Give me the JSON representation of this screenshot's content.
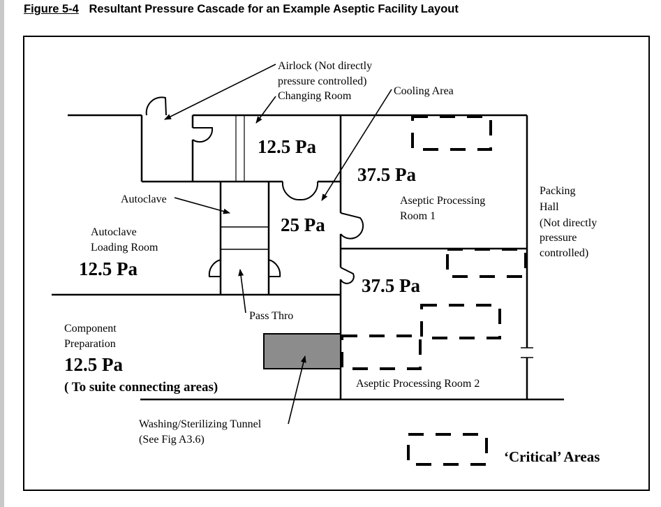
{
  "figure": {
    "number": "Figure 5-4",
    "title": "Resultant Pressure Cascade for an Example Aseptic Facility Layout"
  },
  "labels": {
    "airlock": [
      "Airlock (Not directly",
      "pressure controlled)"
    ],
    "changing_room": "Changing Room",
    "cooling_area": "Cooling Area",
    "autoclave": "Autoclave",
    "autoclave_loading_room": [
      "Autoclave",
      "Loading Room"
    ],
    "aseptic_room_1": [
      "Aseptic Processing",
      "Room 1"
    ],
    "packing_hall": [
      "Packing",
      "Hall",
      "(Not directly",
      "pressure",
      "controlled)"
    ],
    "pass_thro": "Pass Thro",
    "component_prep": [
      "Component",
      "Preparation"
    ],
    "component_note": "( To suite connecting areas)",
    "aseptic_room_2": "Aseptic Processing Room 2",
    "tunnel": [
      "Washing/Sterilizing Tunnel",
      "(See Fig A3.6)"
    ],
    "critical_areas": "‘Critical’ Areas"
  },
  "pressures": {
    "changing_room": "12.5 Pa",
    "aseptic_room_1": "37.5 Pa",
    "cooling_area": "25 Pa",
    "autoclave_loading": "12.5 Pa",
    "aseptic_room_2": "37.5 Pa",
    "component_prep": "12.5 Pa"
  }
}
